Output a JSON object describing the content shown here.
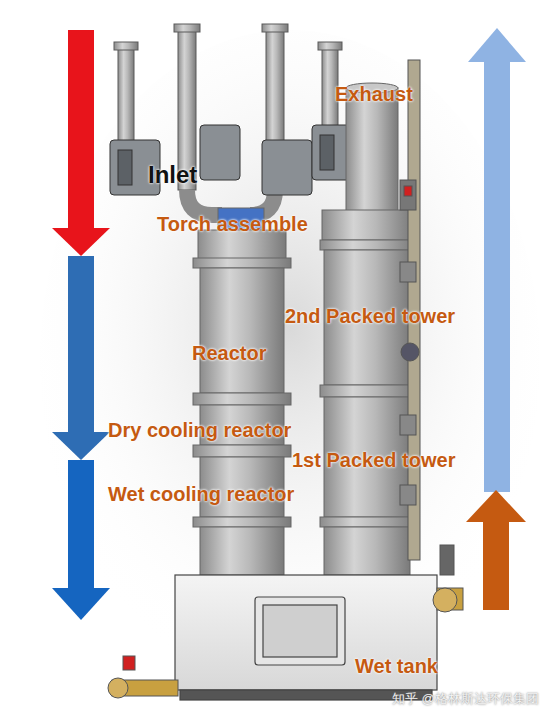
{
  "diagram": {
    "labels": [
      "Inlet",
      "Exhaust",
      "Torch assemble",
      "2nd Packed tower",
      "Reactor",
      "Dry cooling reactor",
      "1st Packed tower",
      "Wet cooling reactor",
      "Wet tank",
      "知乎 @格林斯达环保集团"
    ]
  }
}
